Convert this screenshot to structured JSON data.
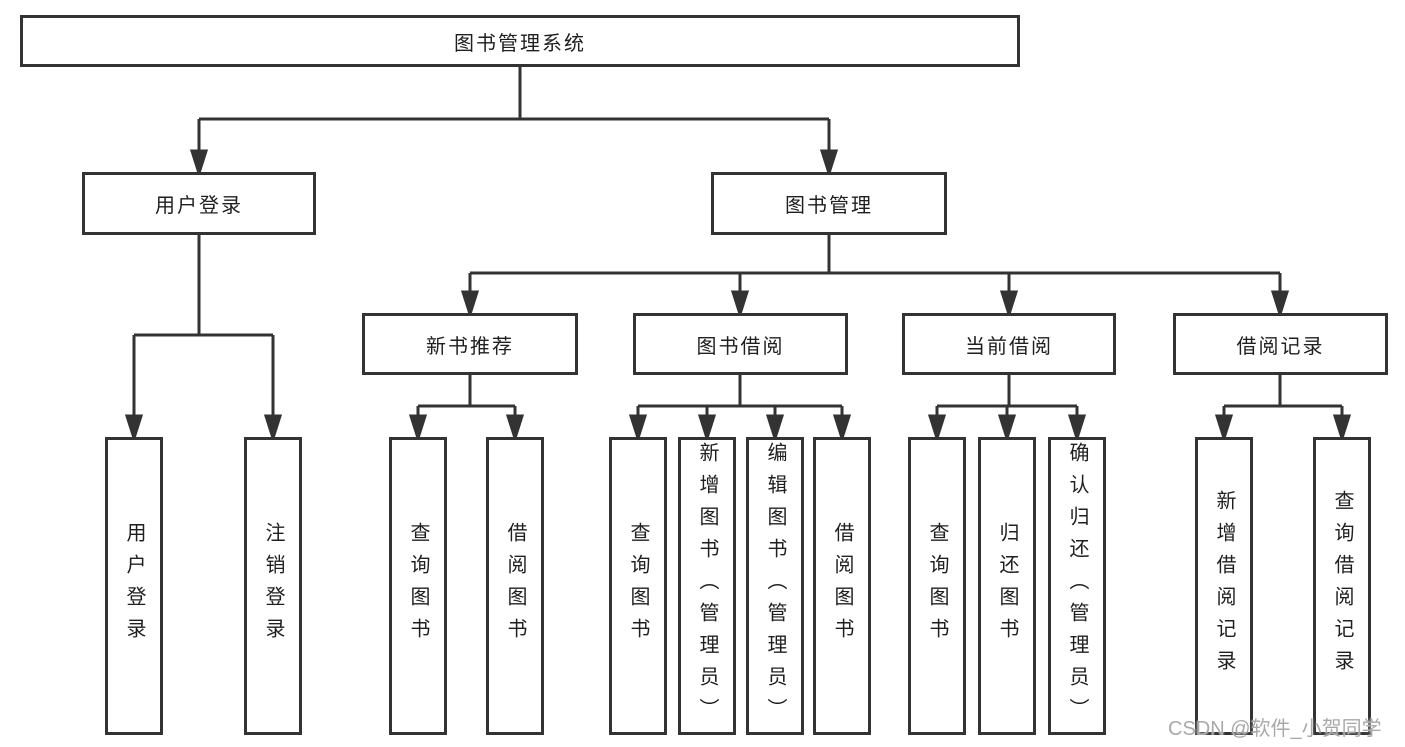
{
  "tree": {
    "label": "图书管理系统",
    "children": [
      {
        "label": "用户登录",
        "children": [
          {
            "label": "用户登录"
          },
          {
            "label": "注销登录"
          }
        ]
      },
      {
        "label": "图书管理",
        "children": [
          {
            "label": "新书推荐",
            "children": [
              {
                "label": "查询图书"
              },
              {
                "label": "借阅图书"
              }
            ]
          },
          {
            "label": "图书借阅",
            "children": [
              {
                "label": "查询图书"
              },
              {
                "label": "新增图书（管理员）"
              },
              {
                "label": "编辑图书（管理员）"
              },
              {
                "label": "借阅图书"
              }
            ]
          },
          {
            "label": "当前借阅",
            "children": [
              {
                "label": "查询图书"
              },
              {
                "label": "归还图书"
              },
              {
                "label": "确认归还（管理员）"
              }
            ]
          },
          {
            "label": "借阅记录",
            "children": [
              {
                "label": "新增借阅记录"
              },
              {
                "label": "查询借阅记录"
              }
            ]
          }
        ]
      }
    ]
  },
  "watermark": {
    "text": "CSDN @软件_小贺同学"
  },
  "colors": {
    "line": "#333333",
    "text": "#1f1f1f",
    "watermark": "#a9a9a9"
  }
}
